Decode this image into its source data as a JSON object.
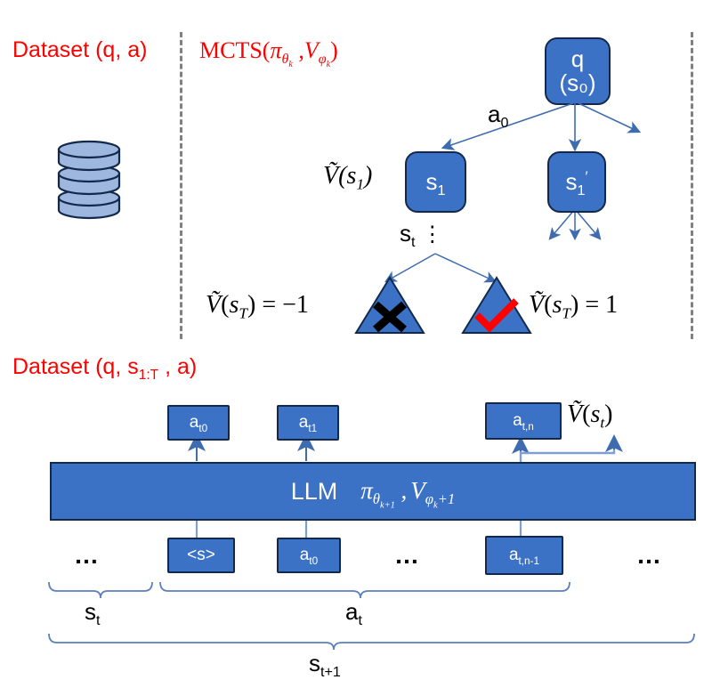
{
  "panels": {
    "dataset_top": {
      "label": "Dataset (q, a)"
    },
    "mcts": {
      "label": "MCTS(πθₖ , Vϕₖ)"
    },
    "dataset_bottom": {
      "label": "Dataset (q, s₁:T , a)"
    }
  },
  "icons": {
    "database": "database-icon",
    "cross": "cross-mark-icon",
    "check": "check-mark-icon"
  },
  "tree": {
    "root": {
      "line1": "q",
      "line2": "(s₀)"
    },
    "edge_action": "a₀",
    "child_left": {
      "label": "s₁",
      "value_label": "Ṽ(s₁)"
    },
    "child_right": {
      "label": "s₁′"
    },
    "vertical_dots": "⋮",
    "state_t": "s",
    "state_t_sub": "t",
    "terminal_left": {
      "value_label": "Ṽ(s_T) = −1",
      "mark": "✕"
    },
    "terminal_right": {
      "value_label": "Ṽ(s_T) = 1",
      "mark": "✓"
    }
  },
  "bottom": {
    "out_tokens": [
      {
        "base": "a",
        "sub": "t0"
      },
      {
        "base": "a",
        "sub": "t1"
      },
      {
        "base": "a",
        "sub": "t,n"
      }
    ],
    "value_head_label": "Ṽ(s_t)",
    "llm": {
      "name": "LLM",
      "params": "πθₖ₊₁ , Vϕₖ₊₁"
    },
    "in_tokens": [
      {
        "type": "ellipsis",
        "text": "…"
      },
      {
        "type": "token",
        "base": "<s>",
        "sub": ""
      },
      {
        "type": "token",
        "base": "a",
        "sub": "t0"
      },
      {
        "type": "ellipsis",
        "text": "…"
      },
      {
        "type": "token",
        "base": "a",
        "sub": "t,n-1"
      },
      {
        "type": "ellipsis",
        "text": "…"
      }
    ],
    "braces": [
      {
        "name": "brace-state-t",
        "label_base": "s",
        "label_sub": "t"
      },
      {
        "name": "brace-action-t",
        "label_base": "a",
        "label_sub": "t"
      },
      {
        "name": "brace-state-t-plus-1",
        "label_base": "s",
        "label_sub": "t+1"
      }
    ]
  },
  "colors": {
    "red": "#FF0000",
    "node_fill": "#3C72C6",
    "node_border": "#13294B",
    "cyl_fill": "#9DB7DE",
    "arrow": "#3F6BAF",
    "brace": "#5B7FC0",
    "divider": "#808080",
    "check_red": "#FF0000"
  }
}
